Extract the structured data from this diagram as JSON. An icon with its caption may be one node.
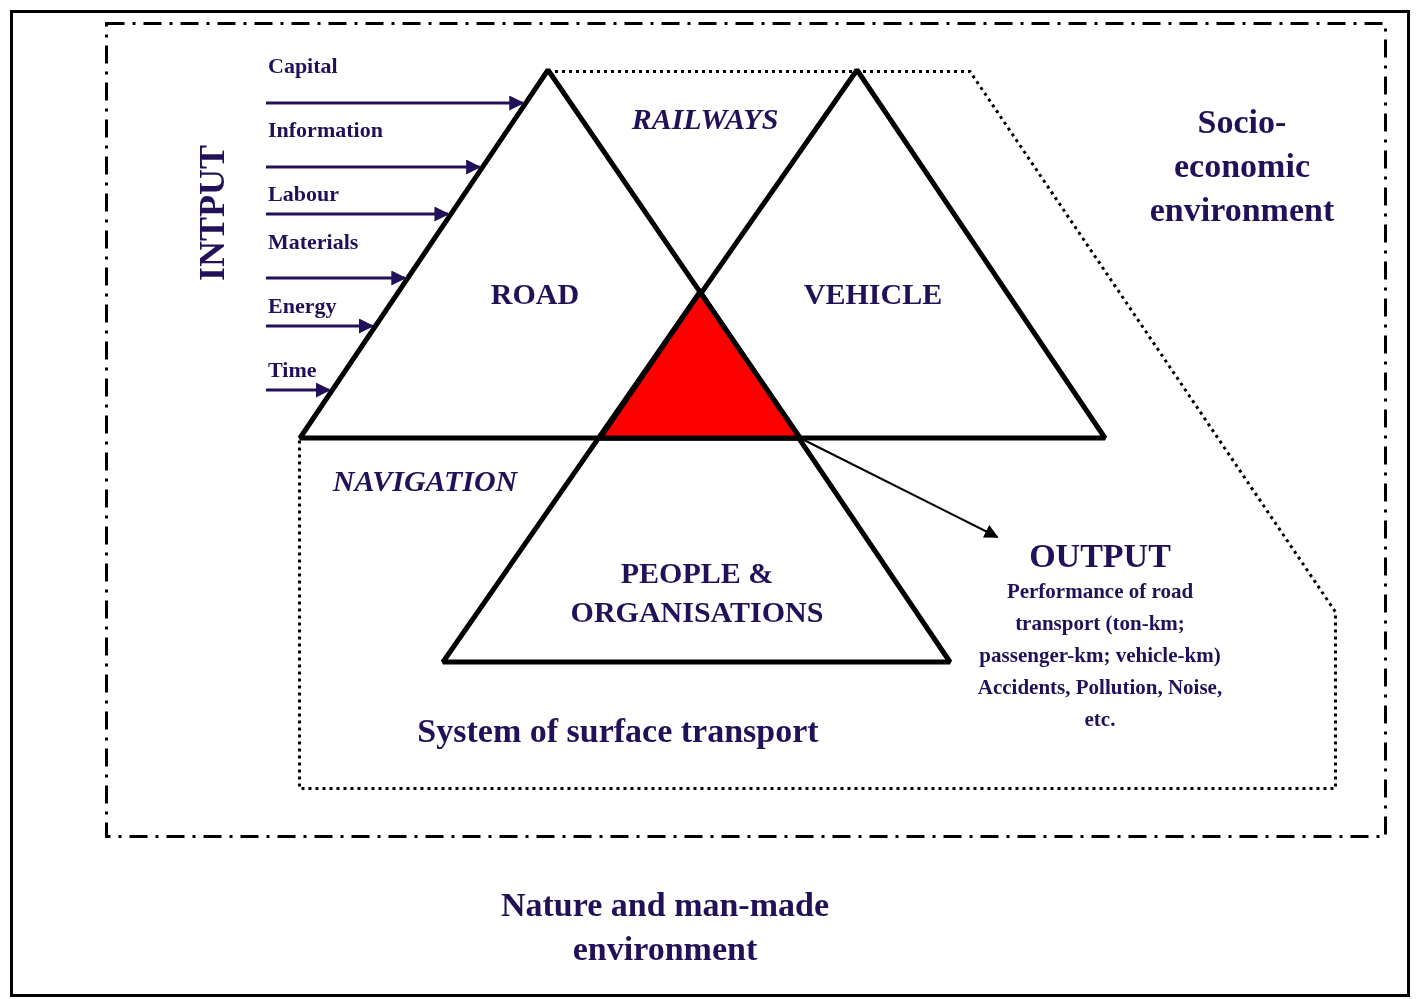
{
  "diagram": {
    "nodes": [
      {
        "text": [
          "Nature and man-made environment"
        ]
      },
      {
        "text": [
          "Socio- economic environment"
        ],
        "in": 0
      },
      {
        "text": [
          "ROAD"
        ],
        "in": 1
      },
      {
        "text": [
          "VEHICLE"
        ],
        "in": 1
      },
      {
        "text": [
          "PEOPLE & ORGANISATIONS"
        ],
        "in": 1
      },
      {
        "text": [],
        "shape": "triangle"
      },
      {
        "text": [
          "OUTPUT",
          "Performance of road transport (ton-km; passenger-km; vehicle-km) Accidents, Pollution, Noise, etc."
        ],
        "in": 1
      },
      {
        "text": [
          "Capital"
        ],
        "in": 1
      },
      {
        "text": [
          "Information"
        ],
        "in": 1
      },
      {
        "text": [
          "Labour"
        ],
        "in": 1
      },
      {
        "text": [
          "Materials"
        ],
        "in": 1
      },
      {
        "text": [
          "Energy"
        ],
        "in": 1
      },
      {
        "text": [
          "Time"
        ],
        "in": 1
      }
    ],
    "edges": [
      {
        "from": 7,
        "to": 2,
        "arrow": "to"
      },
      {
        "from": 8,
        "to": 2,
        "arrow": "to"
      },
      {
        "from": 9,
        "to": 2,
        "arrow": "to"
      },
      {
        "from": 10,
        "to": 2,
        "arrow": "to"
      },
      {
        "from": 11,
        "to": 2,
        "arrow": "to"
      },
      {
        "from": 12,
        "to": 2,
        "arrow": "to"
      },
      {
        "from": 5,
        "to": 6,
        "arrow": "to",
        "color": "#000000"
      }
    ],
    "labels": [
      "INTPUT",
      "RAILWAYS",
      "NAVIGATION",
      "System of surface transport"
    ]
  }
}
